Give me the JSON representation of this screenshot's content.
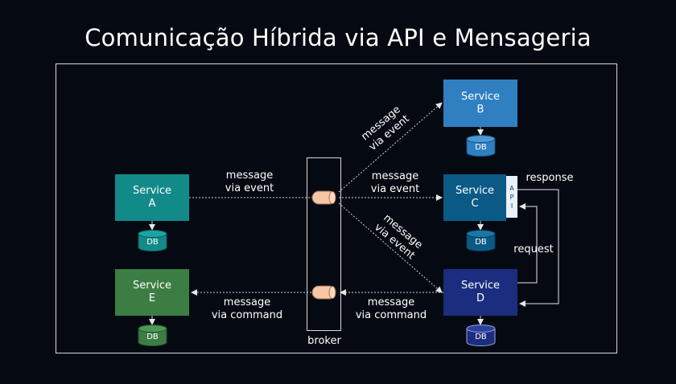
{
  "title": "Comunicação Híbrida via API e Mensageria",
  "colors": {
    "background": "#050a12",
    "service_a": "#138a8a",
    "service_b": "#2f7fc1",
    "service_c": "#0b5a86",
    "service_d": "#1c2c7e",
    "service_e": "#3c7d44"
  },
  "broker": {
    "label": "broker"
  },
  "services": {
    "a": {
      "line1": "Service",
      "line2": "A",
      "db": "DB"
    },
    "b": {
      "line1": "Service",
      "line2": "B",
      "db": "DB"
    },
    "c": {
      "line1": "Service",
      "line2": "C",
      "db": "DB",
      "api": [
        "A",
        "P",
        "I"
      ]
    },
    "d": {
      "line1": "Service",
      "line2": "D",
      "db": "DB"
    },
    "e": {
      "line1": "Service",
      "line2": "E",
      "db": "DB"
    }
  },
  "labels": {
    "a_to_broker": [
      "message",
      "via event"
    ],
    "broker_to_b": [
      "message",
      "via event"
    ],
    "broker_to_c": [
      "message",
      "via event"
    ],
    "broker_to_d": [
      "message",
      "via event"
    ],
    "broker_to_e": [
      "message",
      "via command"
    ],
    "d_to_broker": [
      "message",
      "via command"
    ],
    "response": "response",
    "request": "request"
  }
}
